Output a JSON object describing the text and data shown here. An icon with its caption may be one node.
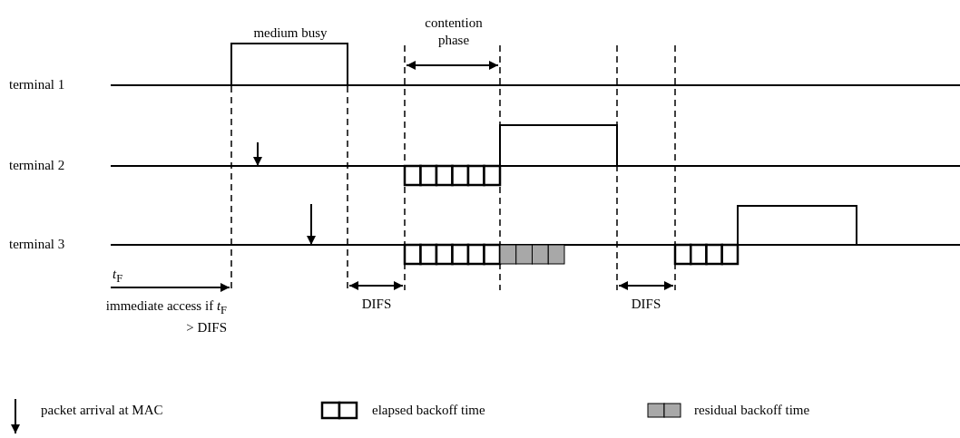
{
  "diagram": {
    "labels": [
      "contention phase",
      "medium busy",
      "terminal 1",
      "terminal 2",
      "terminal 3",
      "*t*$_{F}$",
      "DIFS",
      "DIFS",
      "immediate access if *t*$_{F}$ > DIFS"
    ],
    "legend": [
      {
        "text": "packet arrival at MAC"
      },
      {
        "text": "elapsed backoff time"
      },
      {
        "text": "residual backoff time"
      }
    ]
  }
}
